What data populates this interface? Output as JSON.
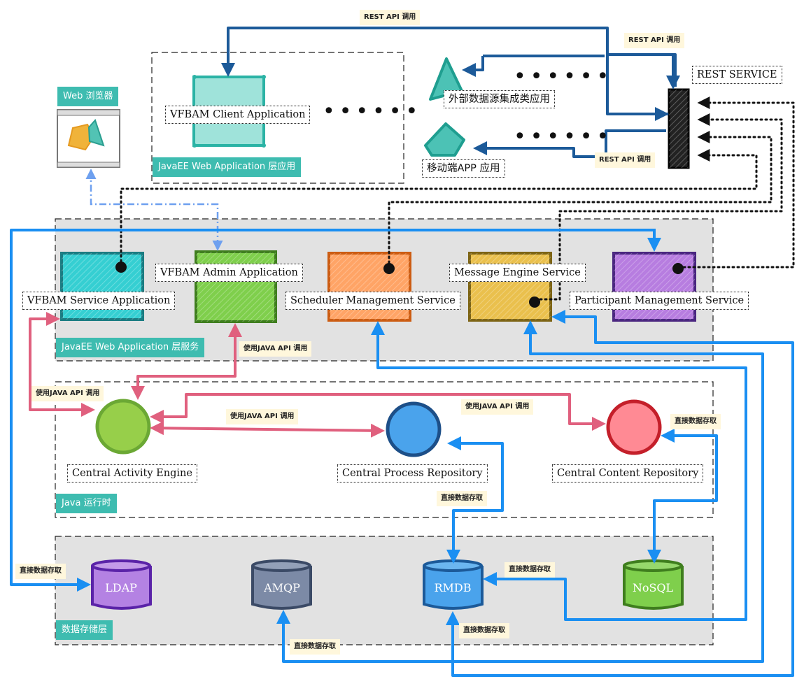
{
  "layers": {
    "webapp": "JavaEE Web Application 层应用",
    "service": "JavaEE Web Application 层服务",
    "runtime": "Java 运行时",
    "storage": "数据存储层",
    "browser": "Web 浏览器"
  },
  "components": {
    "client_app": "VFBAM Client Application",
    "external_apps": "外部数据源集成类应用",
    "mobile_apps": "移动端APP 应用",
    "rest_service": "REST SERVICE",
    "service_app": "VFBAM Service Application",
    "admin_app": "VFBAM Admin Application",
    "scheduler": "Scheduler Management Service",
    "message_engine": "Message Engine Service",
    "participant": "Participant Management Service",
    "activity_engine": "Central Activity Engine",
    "process_repo": "Central Process Repository",
    "content_repo": "Central Content Repository"
  },
  "databases": {
    "ldap": "LDAP",
    "amqp": "AMQP",
    "rmdb": "RMDB",
    "nosql": "NoSQL"
  },
  "notes": {
    "rest_top": "REST API 调用",
    "rest_right": "REST API 调用",
    "rest_mobile": "REST API 调用",
    "java_api_admin": "使用JAVA API 调用",
    "java_api_left": "使用JAVA API 调用",
    "java_api_mid": "使用JAVA API 调用",
    "java_api_right": "使用JAVA API 调用",
    "direct_content": "直接数据存取",
    "direct_process": "直接数据存取",
    "direct_ldap": "直接数据存取",
    "direct_rmdb_right": "直接数据存取",
    "direct_rmdb_bottom": "直接数据存取",
    "direct_amqp": "直接数据存取"
  },
  "ellipsis": {
    "client": "••••••",
    "external": "••••••",
    "mobile": "••••••"
  },
  "colors": {
    "blue": "#1a8ff2",
    "dark_blue": "#1c5a99",
    "pink": "#e0607e",
    "teal": "#3ebcb0",
    "light_blue_dash": "#6ea0ef"
  }
}
